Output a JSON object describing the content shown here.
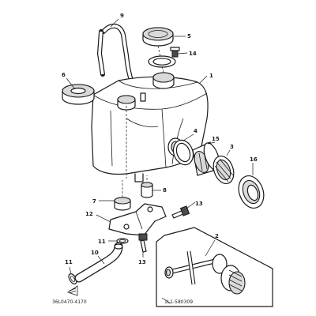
{
  "callouts": {
    "c1": "1",
    "c2": "2",
    "c3": "3",
    "c4": "4",
    "c5": "5",
    "c6": "6",
    "c7": "7",
    "c8": "8",
    "c9": "9",
    "c10": "10",
    "c11a": "11",
    "c11b": "11",
    "c12": "12",
    "c13a": "13",
    "c13b": "13",
    "c14": "14",
    "c15": "15",
    "c16": "16"
  },
  "inset_label": "1L1-580309",
  "drawing_code": "36L0470-4170",
  "colors": {
    "line": "#1a1a1a",
    "shade": "#d9d9d9",
    "background": "#ffffff"
  }
}
